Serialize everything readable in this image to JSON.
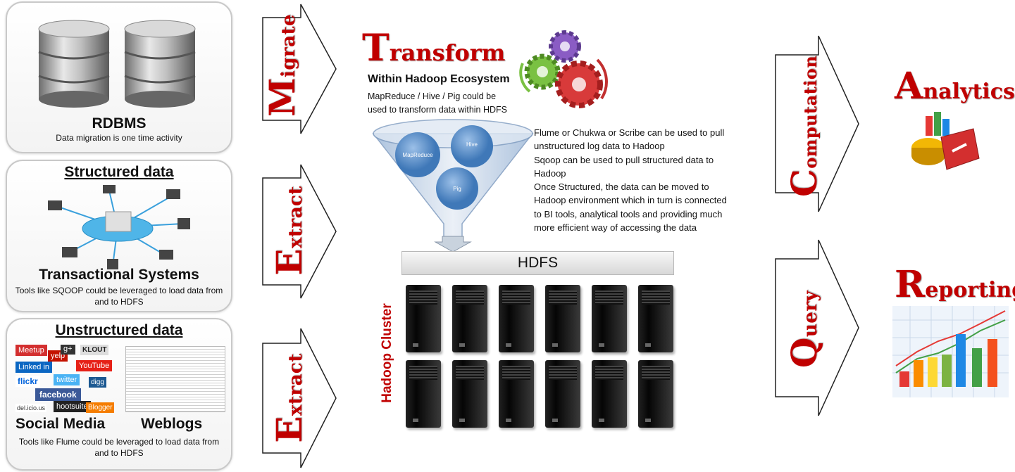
{
  "panels": {
    "rdbms": {
      "title": "RDBMS",
      "subtitle": "Data migration is one time activity"
    },
    "structured": {
      "heading": "Structured data",
      "title": "Transactional Systems",
      "subtitle": "Tools like SQOOP could be leveraged to load data from and to HDFS"
    },
    "unstructured": {
      "heading": "Unstructured data",
      "left_label": "Social Media",
      "right_label": "Weblogs",
      "subtitle": "Tools like Flume could be leveraged to load data from and to HDFS",
      "logos": [
        "Meetup",
        "yelp",
        "g+",
        "KLOUT",
        "Linked in",
        "YouTube",
        "flickr",
        "twitter",
        "digg",
        "facebook",
        "hootsuite",
        "Blogger",
        "del.icio.us"
      ]
    }
  },
  "arrows": {
    "migrate": {
      "cap": "M",
      "rest": "igrate"
    },
    "extract1": {
      "cap": "E",
      "rest": "xtract"
    },
    "extract2": {
      "cap": "E",
      "rest": "xtract"
    },
    "computation": {
      "cap": "C",
      "rest": "omputation"
    },
    "query": {
      "cap": "Q",
      "rest": "uery"
    }
  },
  "transform": {
    "cap": "T",
    "rest": "ransform",
    "subtitle": "Within Hadoop Ecosystem",
    "desc1": "MapReduce / Hive / Pig could be",
    "desc2": "used to transform data within HDFS"
  },
  "funnel": {
    "items": [
      "MapReduce",
      "Hive",
      "Pig"
    ]
  },
  "notes": [
    "Flume or Chukwa or Scribe can be used to pull",
    "unstructured log data to Hadoop",
    "Sqoop can be used to pull structured data to",
    "Hadoop",
    "Once Structured, the data can be moved to",
    "Hadoop environment which in turn is connected",
    "to BI tools, analytical tools and providing much",
    "more efficient way of accessing the data"
  ],
  "hdfs": {
    "label": "HDFS"
  },
  "cluster": {
    "label": "Hadoop Cluster"
  },
  "analytics": {
    "cap": "A",
    "rest": "nalytics"
  },
  "reporting": {
    "cap": "R",
    "rest": "eporting"
  },
  "colors": {
    "accent_red": "#c00000",
    "panel_border": "#c9c9c9"
  }
}
